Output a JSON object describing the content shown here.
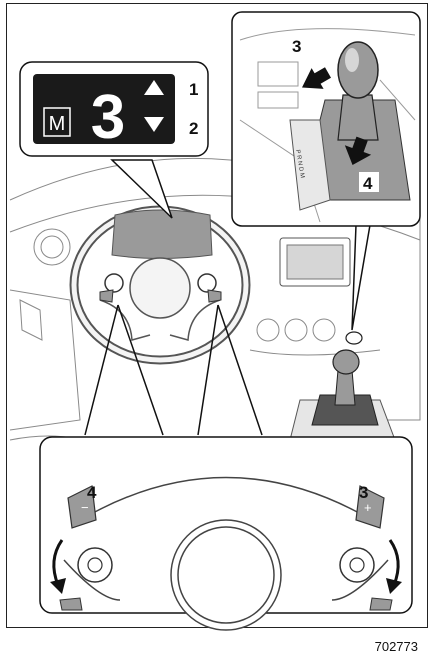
{
  "display": {
    "mode_letter": "M",
    "gear": "3",
    "callout_up": "1",
    "callout_down": "2"
  },
  "shifter": {
    "callout_push": "3",
    "callout_pull": "4",
    "pattern_text": "P R N D M"
  },
  "paddles": {
    "left_label": "4",
    "right_label": "3",
    "left_sign": "−",
    "right_sign": "+"
  },
  "figure_id": "702773",
  "colors": {
    "ink": "#111111",
    "display_bg": "#1a1a1a",
    "gray": "#9a9a9a",
    "light": "#d6d6d6"
  }
}
